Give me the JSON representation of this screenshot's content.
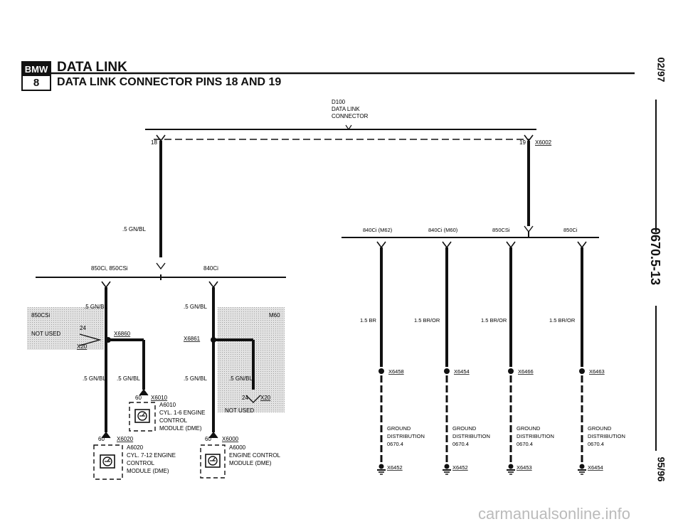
{
  "header": {
    "logo_top": "BMW",
    "logo_bottom": "8",
    "title": "DATA LINK",
    "subtitle": "DATA LINK CONNECTOR PINS 18 AND 19"
  },
  "side": {
    "date_top": "02/97",
    "section_code": "0670.5-13",
    "date_bottom": "95/96"
  },
  "watermark": "carmanualsonline.info",
  "diagram": {
    "connector": {
      "id": "D100",
      "line1": "DATA LINK",
      "line2": "CONNECTOR",
      "pin_left": "18",
      "pin_right": "19",
      "ref": "X6002"
    },
    "left": {
      "main_wire": ".5 GN/BL",
      "variant_a": "850Ci, 850CSi",
      "variant_b": "840Ci",
      "wire_a1": ".5 GN/BL",
      "wire_b1": ".5 GN/BL",
      "shaded_a": "850CSi",
      "shaded_b": "M60",
      "not_used_a": "NOT USED",
      "not_used_b": "NOT USED",
      "pin_24a": "24",
      "pin_24b": "24",
      "x20a": "X20",
      "x20b": "X20",
      "splice_a": "X6860",
      "splice_b": "X6861",
      "wire_a2": ".5 GN/BL",
      "wire_a3": ".5 GN/BL",
      "wire_b2": ".5 GN/BL",
      "wire_b3": ".5 GN/BL",
      "pin60a": "60",
      "conn_a": "X6010",
      "mod_a_id": "A6010",
      "mod_a_l1": "CYL. 1-6 ENGINE",
      "mod_a_l2": "CONTROL",
      "mod_a_l3": "MODULE (DME)",
      "pin60b": "60",
      "conn_b": "X6020",
      "mod_b_id": "A6020",
      "mod_b_l1": "CYL. 7-12 ENGINE",
      "mod_b_l2": "CONTROL",
      "mod_b_l3": "MODULE (DME)",
      "pin60c": "60",
      "conn_c": "X6000",
      "mod_c_id": "A6000",
      "mod_c_l1": "ENGINE CONTROL",
      "mod_c_l2": "MODULE (DME)"
    },
    "right": {
      "branches": [
        {
          "variant": "840Ci (M62)",
          "wire": "1.5 BR",
          "splice": "X6458",
          "g1": "GROUND",
          "g2": "DISTRIBUTION",
          "g3": "0670.4",
          "ground": "X6452"
        },
        {
          "variant": "840Ci (M60)",
          "wire": "1.5 BR/OR",
          "splice": "X6454",
          "g1": "GROUND",
          "g2": "DISTRIBUTION",
          "g3": "0670.4",
          "ground": "X6452"
        },
        {
          "variant": "850CSi",
          "wire": "1.5 BR/OR",
          "splice": "X6466",
          "g1": "GROUND",
          "g2": "DISTRIBUTION",
          "g3": "0670.4",
          "ground": "X6453"
        },
        {
          "variant": "850Ci",
          "wire": "1.5 BR/OR",
          "splice": "X6463",
          "g1": "GROUND",
          "g2": "DISTRIBUTION",
          "g3": "0670.4",
          "ground": "X6454"
        }
      ]
    }
  }
}
